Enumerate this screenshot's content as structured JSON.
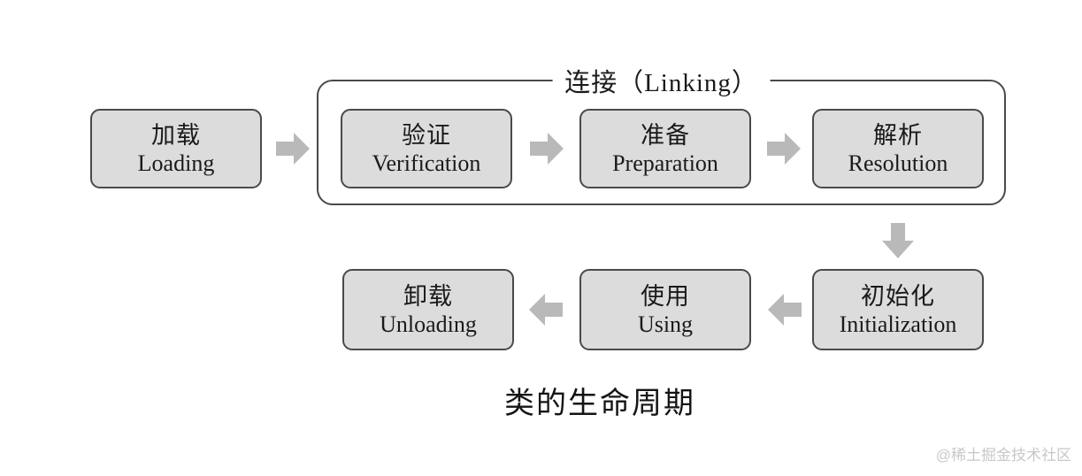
{
  "diagram": {
    "caption": "类的生命周期",
    "watermark": "@稀土掘金技术社区",
    "linking_group": {
      "label": "连接（Linking）",
      "contains": [
        "verification",
        "preparation",
        "resolution"
      ]
    },
    "nodes": [
      {
        "id": "loading",
        "zh": "加载",
        "en": "Loading"
      },
      {
        "id": "verification",
        "zh": "验证",
        "en": "Verification"
      },
      {
        "id": "preparation",
        "zh": "准备",
        "en": "Preparation"
      },
      {
        "id": "resolution",
        "zh": "解析",
        "en": "Resolution"
      },
      {
        "id": "initialization",
        "zh": "初始化",
        "en": "Initialization"
      },
      {
        "id": "using",
        "zh": "使用",
        "en": "Using"
      },
      {
        "id": "unloading",
        "zh": "卸载",
        "en": "Unloading"
      }
    ],
    "arrows": [
      {
        "from": "loading",
        "to": "verification",
        "direction": "right"
      },
      {
        "from": "verification",
        "to": "preparation",
        "direction": "right"
      },
      {
        "from": "preparation",
        "to": "resolution",
        "direction": "right"
      },
      {
        "from": "resolution",
        "to": "initialization",
        "direction": "down"
      },
      {
        "from": "initialization",
        "to": "using",
        "direction": "left"
      },
      {
        "from": "using",
        "to": "unloading",
        "direction": "left"
      }
    ],
    "colors": {
      "background": "#ffffff",
      "node_fill": "#dcdcdc",
      "node_border": "#4a4a4a",
      "group_border": "#4a4a4a",
      "arrow": "#b9b9b9",
      "text": "#1a1a1a",
      "watermark": "#c8c8c8"
    }
  }
}
